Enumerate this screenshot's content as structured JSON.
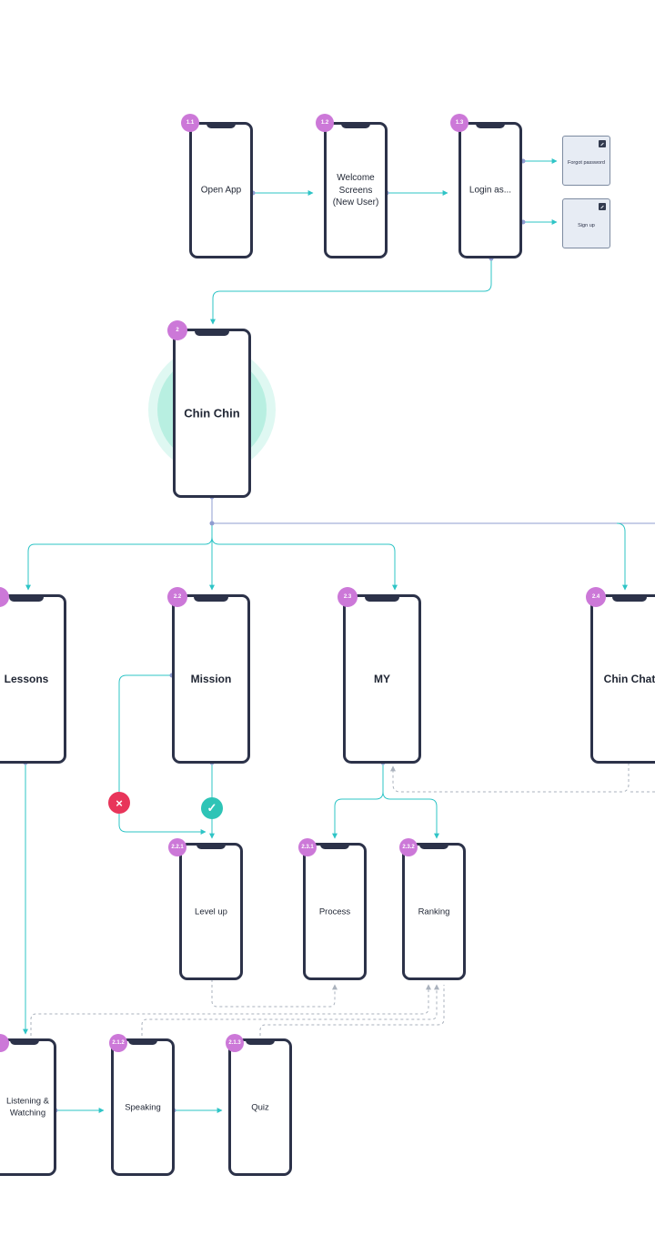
{
  "screens": [
    {
      "id": "open-app",
      "badge": "1.1",
      "label": "Open App"
    },
    {
      "id": "welcome",
      "badge": "1.2",
      "label": "Welcome\nScreens\n(New User)"
    },
    {
      "id": "login",
      "badge": "1.3",
      "label": "Login as..."
    },
    {
      "id": "chin-chin",
      "badge": "2",
      "label": "Chin Chin"
    },
    {
      "id": "lessons",
      "badge": "",
      "label": "Lessons"
    },
    {
      "id": "mission",
      "badge": "2.2",
      "label": "Mission"
    },
    {
      "id": "my",
      "badge": "2.3",
      "label": "MY"
    },
    {
      "id": "chin-chat",
      "badge": "2.4",
      "label": "Chin Chat"
    },
    {
      "id": "level-up",
      "badge": "2.2.1",
      "label": "Level up"
    },
    {
      "id": "process",
      "badge": "2.3.1",
      "label": "Process"
    },
    {
      "id": "ranking",
      "badge": "2.3.2",
      "label": "Ranking"
    },
    {
      "id": "listening",
      "badge": "",
      "label": "Listening &\nWatching"
    },
    {
      "id": "speaking",
      "badge": "2.1.2",
      "label": "Speaking"
    },
    {
      "id": "quiz",
      "badge": "2.1.3",
      "label": "Quiz"
    }
  ],
  "cards": [
    {
      "id": "forgot-password",
      "label": "Forgot password",
      "icon": "external-link-icon"
    },
    {
      "id": "sign-up",
      "label": "Sign up",
      "icon": "external-link-icon"
    }
  ],
  "status_icons": [
    {
      "id": "fail",
      "icon": "cross-icon",
      "glyph": "×",
      "color": "#e8355a"
    },
    {
      "id": "success",
      "icon": "check-icon",
      "glyph": "✓",
      "color": "#2ec4b6"
    }
  ],
  "colors": {
    "phone_border": "#2c3249",
    "badge": "#cc78d8",
    "arrow": "#2ec4c6",
    "connector": "#8f9cd0",
    "dashed": "#aab2bd",
    "halo": "#6fe0c4",
    "card_bg": "#e7ecf4"
  }
}
